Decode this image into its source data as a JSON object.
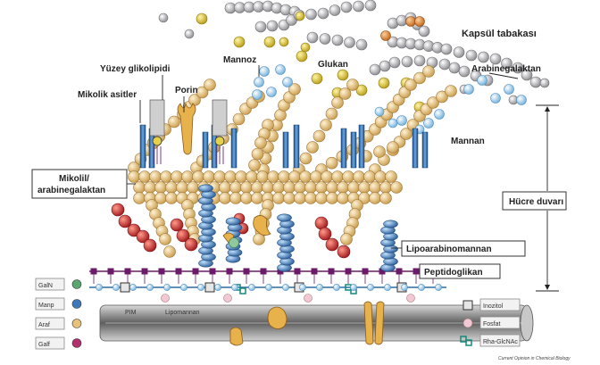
{
  "labels": {
    "capsule": "Kapsül tabakası",
    "arabinogalactan": "Arabinegalaktan",
    "glucan": "Glukan",
    "mannose": "Mannoz",
    "surface_glycolipid": "Yüzey glikolipidi",
    "porin": "Porin",
    "mycolic_acids": "Mikolik asitler",
    "mycolyl_ag_line1": "Mikolil/",
    "mycolyl_ag_line2": "arabinegalaktan",
    "mannan": "Mannan",
    "cell_wall": "Hücre duvarı",
    "lipoarabinomannan": "Lipoarabinomannan",
    "peptidoglycan": "Peptidoglikan",
    "pim": "PIM",
    "lipomannan": "Lipomannan",
    "credit": "Current Opinion in Chemical Biology"
  },
  "legend_left": [
    {
      "abbr": "GalN",
      "color": "#5aa870"
    },
    {
      "abbr": "Manp",
      "color": "#3f78b8"
    },
    {
      "abbr": "Araf",
      "color": "#e7c27a"
    },
    {
      "abbr": "Galf",
      "color": "#b2306e"
    }
  ],
  "legend_right": [
    {
      "label": "Inozitol",
      "icon": "square"
    },
    {
      "label": "Fosfat",
      "icon": "pink-circle"
    },
    {
      "label": "Rha-GlcNAc",
      "icon": "link"
    }
  ],
  "colors": {
    "gold": "#e8c98a",
    "blue": "#4a86c5",
    "light_blue": "#a9d3ec",
    "red": "#c62a2a",
    "yellow": "#d8c233",
    "grey": "#b9b9bc",
    "orange": "#e08a2a",
    "purple": "#6b1b6a"
  }
}
